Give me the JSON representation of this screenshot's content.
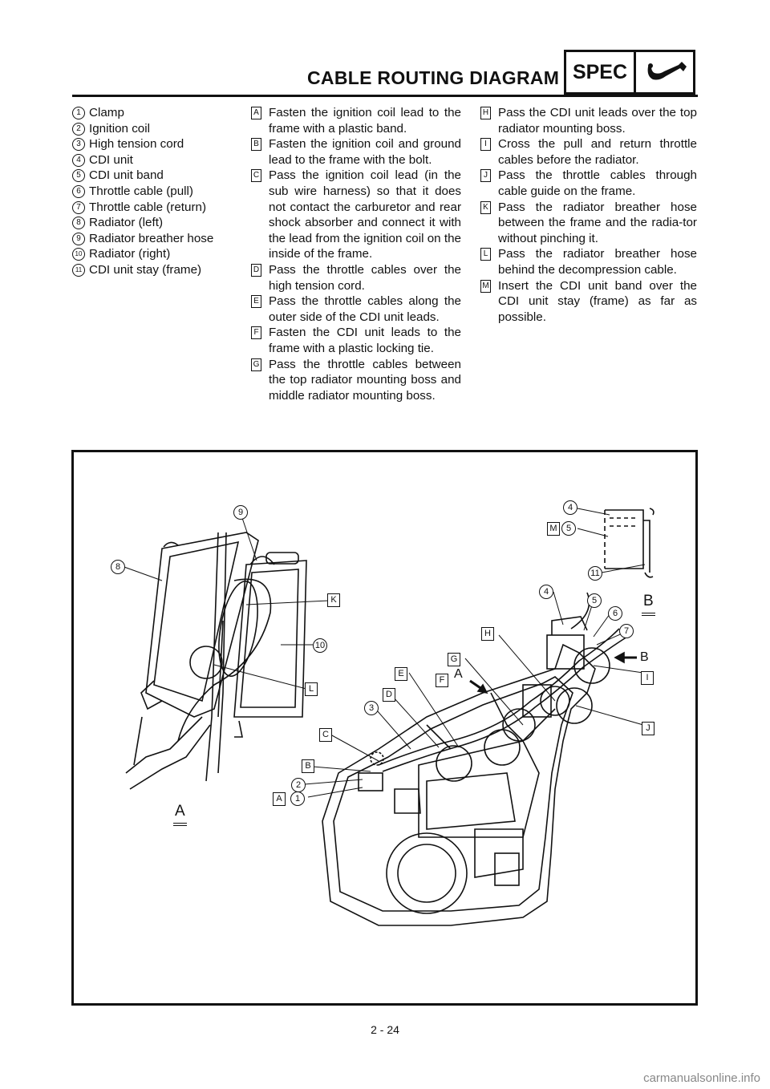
{
  "header": {
    "title": "CABLE ROUTING DIAGRAM",
    "spec_label": "SPEC",
    "spec_icon": "wrench-icon"
  },
  "parts": [
    {
      "num": "1",
      "label": "Clamp"
    },
    {
      "num": "2",
      "label": "Ignition coil"
    },
    {
      "num": "3",
      "label": "High tension cord"
    },
    {
      "num": "4",
      "label": "CDI unit"
    },
    {
      "num": "5",
      "label": "CDI unit band"
    },
    {
      "num": "6",
      "label": "Throttle cable (pull)"
    },
    {
      "num": "7",
      "label": "Throttle cable (return)"
    },
    {
      "num": "8",
      "label": "Radiator (left)"
    },
    {
      "num": "9",
      "label": "Radiator breather hose"
    },
    {
      "num": "10",
      "label": "Radiator (right)"
    },
    {
      "num": "11",
      "label": "CDI unit stay (frame)"
    }
  ],
  "instructions_col2": [
    {
      "key": "A",
      "text": "Fasten the ignition coil lead to the frame with a plastic band."
    },
    {
      "key": "B",
      "text": "Fasten the ignition coil and ground lead to the frame with the bolt."
    },
    {
      "key": "C",
      "text": "Pass the ignition coil lead (in the sub wire harness) so that it does not contact the carburetor and rear shock absorber and connect it with the lead from the ignition coil on the inside of the frame."
    },
    {
      "key": "D",
      "text": "Pass the throttle cables over the high tension cord."
    },
    {
      "key": "E",
      "text": "Pass the throttle cables along the outer side of the CDI unit leads."
    },
    {
      "key": "F",
      "text": "Fasten the CDI unit leads to the frame with a plastic locking tie."
    },
    {
      "key": "G",
      "text": "Pass the throttle cables between the top radiator mounting boss and middle radiator mounting boss."
    }
  ],
  "instructions_col3": [
    {
      "key": "H",
      "text": "Pass the CDI unit leads over the top radiator mounting boss."
    },
    {
      "key": "I",
      "text": "Cross the pull and return throttle cables before the radiator."
    },
    {
      "key": "J",
      "text": "Pass the throttle cables through cable guide on the frame."
    },
    {
      "key": "K",
      "text": "Pass the radiator breather hose between the frame and the radia-tor without pinching it."
    },
    {
      "key": "L",
      "text": "Pass the radiator breather hose behind the decompression cable."
    },
    {
      "key": "M",
      "text": "Insert the CDI unit band over the CDI unit stay (frame) as far as possible."
    }
  ],
  "diagram": {
    "view_a": "A",
    "view_b": "B",
    "arrow_a": "A",
    "arrow_b": "B",
    "callouts": {
      "n1": "1",
      "n2": "2",
      "n3": "3",
      "n4a": "4",
      "n4b": "4",
      "n5a": "5",
      "n5b": "5",
      "n6": "6",
      "n7": "7",
      "n8": "8",
      "n9": "9",
      "n10": "10",
      "n11": "11",
      "kA": "A",
      "kB": "B",
      "kC": "C",
      "kD": "D",
      "kE": "E",
      "kF": "F",
      "kG": "G",
      "kH": "H",
      "kI": "I",
      "kJ": "J",
      "kK": "K",
      "kL": "L",
      "kM": "M"
    }
  },
  "footer": {
    "page_number": "2 - 24",
    "watermark": "carmanualsonline.info"
  }
}
